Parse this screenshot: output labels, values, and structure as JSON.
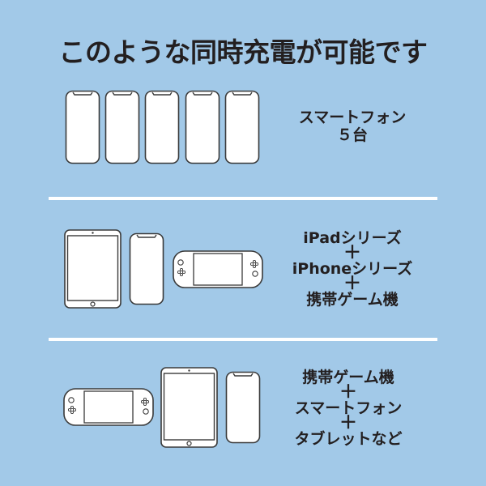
{
  "title": "このような同時充電が可能です",
  "colors": {
    "background": "#a2c9e8",
    "divider": "#ffffff",
    "text": "#231f20",
    "device_fill": "#ffffff",
    "device_stroke": "#3a3a3a"
  },
  "sections": [
    {
      "devices": [
        "smartphone-icon",
        "smartphone-icon",
        "smartphone-icon",
        "smartphone-icon",
        "smartphone-icon"
      ],
      "label_lines": [
        "スマートフォン",
        "５台"
      ]
    },
    {
      "devices": [
        "tablet-icon",
        "smartphone-icon",
        "handheld-game-console-icon"
      ],
      "label_lines": [
        "iPadシリーズ",
        "＋",
        "iPhoneシリーズ",
        "＋",
        "携帯ゲーム機"
      ]
    },
    {
      "devices": [
        "handheld-game-console-icon",
        "tablet-icon",
        "smartphone-icon"
      ],
      "label_lines": [
        "携帯ゲーム機",
        "＋",
        "スマートフォン",
        "＋",
        "タブレットなど"
      ]
    }
  ]
}
